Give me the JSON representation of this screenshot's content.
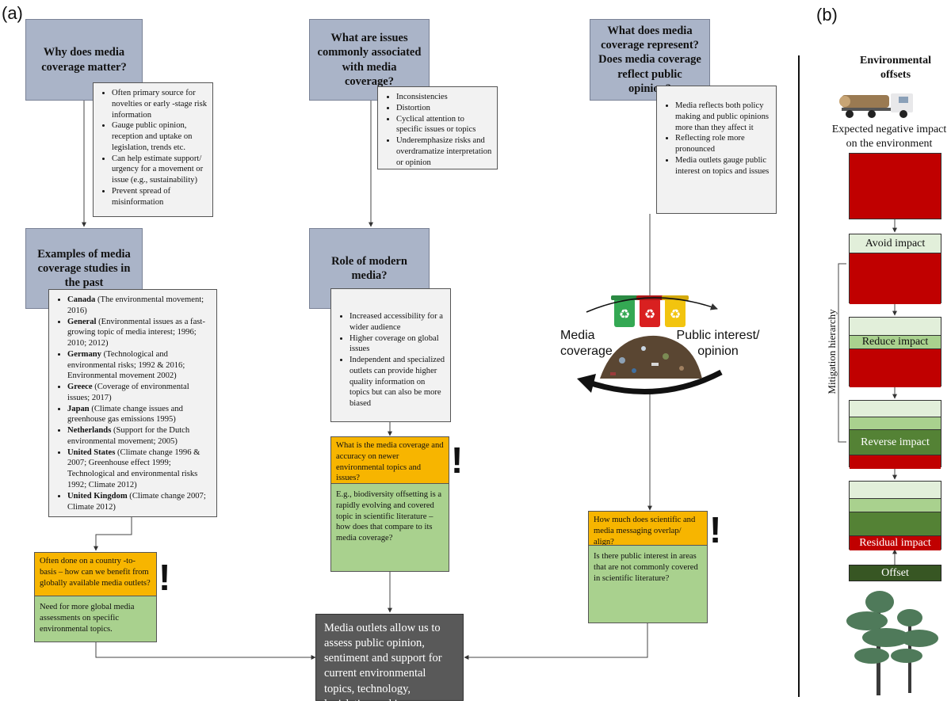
{
  "panel_a_label": "(a)",
  "panel_b_label": "(b)",
  "col1": {
    "question": "Why does media coverage matter?",
    "bullets": [
      "Often primary source for novelties or early -stage risk information",
      "Gauge public opinion, reception and uptake on legislation, trends etc.",
      "Can help estimate support/ urgency for a movement or issue (e.g., sustainability)",
      "Prevent spread of misinformation"
    ],
    "examples_title": "Examples of media coverage studies in the past",
    "examples": [
      {
        "country": "Canada",
        "detail": " (The environmental movement; 2016)"
      },
      {
        "country": "General",
        "detail": " (Environmental issues as a fast-growing topic of media interest; 1996; 2010; 2012)"
      },
      {
        "country": "Germany",
        "detail": " (Technological and environmental risks; 1992 & 2016; Environmental movement 2002)"
      },
      {
        "country": "Greece",
        "detail": " (Coverage of environmental issues; 2017)"
      },
      {
        "country": "Japan",
        "detail": " (Climate change issues and greenhouse gas emissions 1995)"
      },
      {
        "country": "Netherlands",
        "detail": " (Support for the Dutch environmental movement; 2005)"
      },
      {
        "country": "United States",
        "detail": " (Climate change 1996 & 2007; Greenhouse effect 1999; Technological and environmental risks 1992; Climate 2012)"
      },
      {
        "country": "United Kingdom",
        "detail": " (Climate change 2007; Climate 2012)"
      }
    ],
    "gap_question": "Often done on a country -to-basis – how can we benefit from globally available media outlets?",
    "gap_answer": "Need for more global media assessments on specific environmental topics."
  },
  "col2": {
    "question": "What are issues commonly associated with media coverage?",
    "bullets": [
      "Inconsistencies",
      "Distortion",
      "Cyclical attention to specific issues or topics",
      "Underemphasize risks and overdramatize interpretation or opinion"
    ],
    "role_title": "Role of modern media?",
    "role_bullets": [
      "Increased accessibility for a wider audience",
      "Higher coverage on global issues",
      "Independent and specialized outlets can provide higher quality information on topics but can also be more biased"
    ],
    "gap_question": "What is the media coverage and accuracy on newer environmental topics and issues?",
    "gap_answer": "E.g., biodiversity offsetting is a rapidly evolving and covered topic in scientific literature – how does that compare to its media coverage?"
  },
  "col3": {
    "question": "What does media coverage represent? Does media coverage reflect public opinion?",
    "bullets": [
      "Media reflects both policy making and public opinions more than they affect it",
      "Reflecting role more pronounced",
      "Media outlets gauge public interest on topics and issues"
    ],
    "cycle_left": "Media coverage",
    "cycle_right": "Public interest/ opinion",
    "gap_question": "How much does scientific and media messaging overlap/ align?",
    "gap_answer": "Is there public interest in areas that are not commonly covered in scientific literature?"
  },
  "exclamation": "!",
  "conclusion": "Media outlets allow us to assess public opinion, sentiment and support for current environmental topics, technology, legislation and issues.",
  "panel_b": {
    "title": "Environmental offsets",
    "impact_label": "Expected negative impact on the environment",
    "avoid": "Avoid impact",
    "reduce": "Reduce impact",
    "reverse": "Reverse impact",
    "residual": "Residual impact",
    "offset": "Offset",
    "hierarchy": "Mitigation hierarchy"
  },
  "colors": {
    "question_box": "#aab4c8",
    "bullet_box": "#f2f2f2",
    "gap_question": "#f7b500",
    "gap_answer": "#a9d18e",
    "conclusion": "#595959",
    "impact_red": "#c00000",
    "pale_green": "#e2efda",
    "light_green": "#a9d18e",
    "dark_green": "#548235",
    "offset_green": "#375623"
  }
}
